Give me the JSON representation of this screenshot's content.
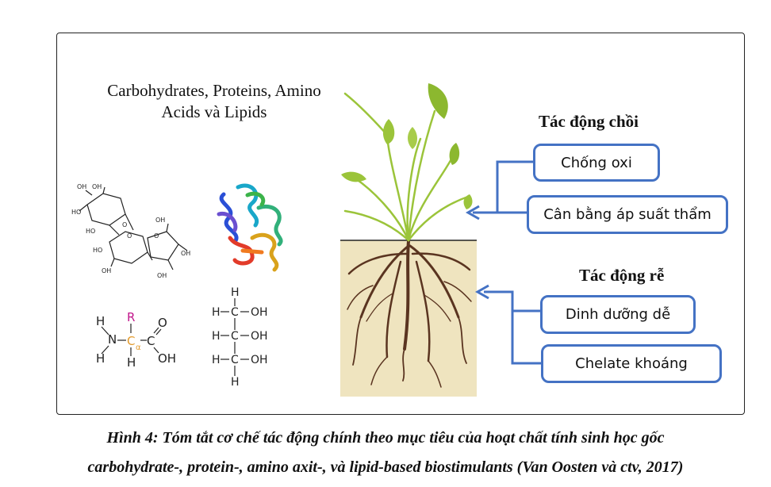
{
  "inputs_label_line1": "Carbohydrates, Proteins, Amino",
  "inputs_label_line2": "Acids và Lipids",
  "shoot": {
    "heading": "Tác động chồi",
    "effects": [
      "Chống oxi",
      "Cân bằng áp suất thẩm"
    ]
  },
  "root": {
    "heading": "Tác động rễ",
    "effects": [
      "Dinh dưỡng dễ",
      "Chelate khoáng"
    ]
  },
  "caption_line1": "Hình 4: Tóm tắt cơ chế tác động chính theo mục tiêu của hoạt chất tính sinh học gốc",
  "caption_line2": "carbohydrate-, protein-, amino axit-, và lipid-based biostimulants (Van Oosten và ctv, 2017)",
  "colors": {
    "arrow": "#4472c4",
    "soil": "#efe4bf",
    "roots": "#5a3420",
    "leaf": "#9bc43a",
    "r_group": "#c2188c",
    "c_alpha": "#e39a2c"
  },
  "amino_acid": {
    "r": "R",
    "c": "C",
    "alpha": "α",
    "h": "H",
    "n": "N",
    "o": "O",
    "oh": "OH"
  },
  "glycerol": {
    "h": "H",
    "c": "C",
    "oh": "OH"
  }
}
